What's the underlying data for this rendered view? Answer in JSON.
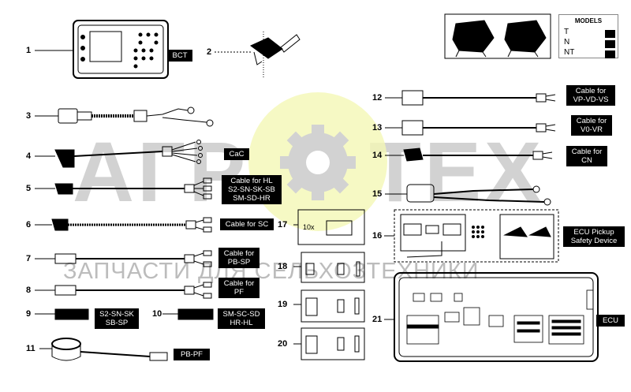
{
  "watermark": {
    "left_text": "АГР",
    "right_text": "ТЕХ",
    "subtitle": "ЗАПЧАСТИ ДЛЯ СЕЛЬХОЗТЕХНИКИ"
  },
  "models": {
    "title": "MODELS",
    "rows": [
      "T",
      "N",
      "NT"
    ]
  },
  "items": [
    {
      "num": "1",
      "label": "BCT"
    },
    {
      "num": "2",
      "label": ""
    },
    {
      "num": "3",
      "label": ""
    },
    {
      "num": "4",
      "label": "CaC"
    },
    {
      "num": "5",
      "label": "Cable for HL\nS2-SN-SK-SB\nSM-SD-HR"
    },
    {
      "num": "6",
      "label": "Cable for SC"
    },
    {
      "num": "7",
      "label": "Cable for\nPB-SP"
    },
    {
      "num": "8",
      "label": "Cable for\nPF"
    },
    {
      "num": "9",
      "label": "S2-SN-SK\nSB-SP"
    },
    {
      "num": "10",
      "label": "SM-SC-SD\nHR-HL"
    },
    {
      "num": "11",
      "label": "PB-PF"
    },
    {
      "num": "12",
      "label": "Cable for\nVP-VD-VS"
    },
    {
      "num": "13",
      "label": "Cable for\nV0-VR"
    },
    {
      "num": "14",
      "label": "Cable for\nCN"
    },
    {
      "num": "15",
      "label": ""
    },
    {
      "num": "16",
      "label": "ECU Pickup\nSafety Device"
    },
    {
      "num": "17",
      "label": ""
    },
    {
      "num": "18",
      "label": ""
    },
    {
      "num": "19",
      "label": ""
    },
    {
      "num": "20",
      "label": ""
    },
    {
      "num": "21",
      "label": "ECU"
    }
  ],
  "kit_qty": "10x"
}
